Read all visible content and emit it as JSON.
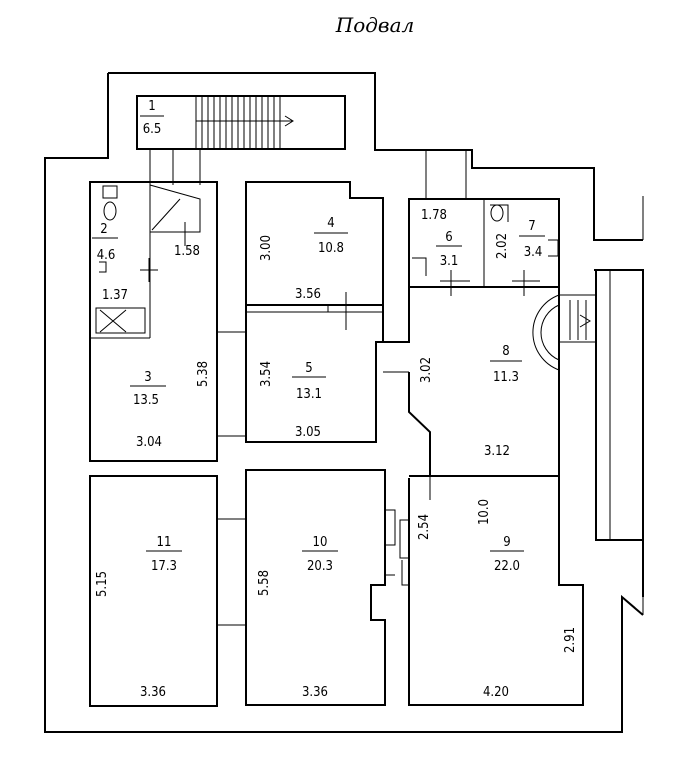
{
  "title": "Подвал",
  "rooms": [
    {
      "id": "room-1",
      "number": "1",
      "area": "6.5"
    },
    {
      "id": "room-2",
      "number": "2",
      "area": "4.6"
    },
    {
      "id": "room-3",
      "number": "3",
      "area": "13.5"
    },
    {
      "id": "room-4",
      "number": "4",
      "area": "10.8"
    },
    {
      "id": "room-5",
      "number": "5",
      "area": "13.1"
    },
    {
      "id": "room-6",
      "number": "6",
      "area": "3.1"
    },
    {
      "id": "room-7",
      "number": "7",
      "area": "3.4"
    },
    {
      "id": "room-8",
      "number": "8",
      "area": "11.3"
    },
    {
      "id": "room-9",
      "number": "9",
      "area": "22.0"
    },
    {
      "id": "room-10",
      "number": "10",
      "area": "20.3"
    },
    {
      "id": "room-11",
      "number": "11",
      "area": "17.3"
    }
  ],
  "dimensions": [
    "1.58",
    "1.37",
    "5.38",
    "3.04",
    "3.00",
    "3.56",
    "3.54",
    "3.05",
    "1.78",
    "2.02",
    "3.02",
    "3.12",
    "10.0",
    "2.54",
    "2.91",
    "4.20",
    "5.58",
    "3.36",
    "5.15",
    "3.36"
  ]
}
